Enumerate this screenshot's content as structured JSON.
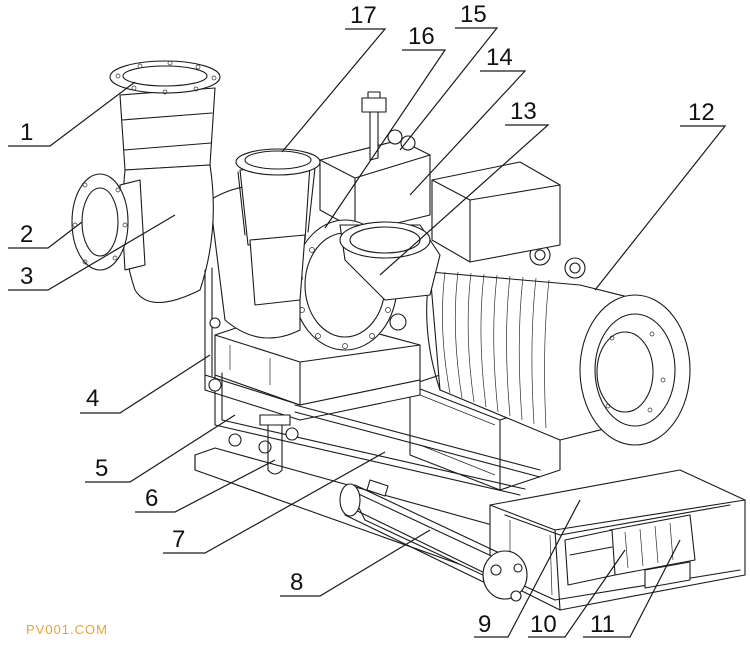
{
  "labels": [
    "1",
    "2",
    "3",
    "4",
    "5",
    "6",
    "7",
    "8",
    "9",
    "10",
    "11",
    "12",
    "13",
    "14",
    "15",
    "16",
    "17"
  ],
  "watermark": "PV001.COM",
  "colors": {
    "line": "#1a1a1a",
    "watermark": "#f0a02c",
    "background": "#ffffff"
  }
}
